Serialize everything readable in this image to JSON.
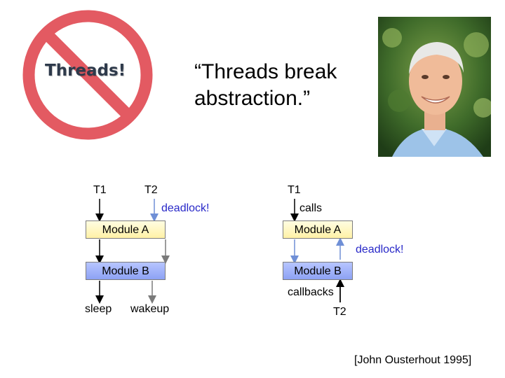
{
  "slide": {
    "no_threads_label": "Threads!",
    "quote": "“Threads break abstraction.”",
    "citation": "[John Ousterhout 1995]"
  },
  "left_diagram": {
    "t1_label": "T1",
    "t2_label": "T2",
    "deadlock_label": "deadlock!",
    "module_a_label": "Module A",
    "module_b_label": "Module B",
    "sleep_label": "sleep",
    "wakeup_label": "wakeup"
  },
  "right_diagram": {
    "t1_label": "T1",
    "calls_label": "calls",
    "module_a_label": "Module A",
    "deadlock_label": "deadlock!",
    "module_b_label": "Module B",
    "callbacks_label": "callbacks",
    "t2_label": "T2"
  },
  "colors": {
    "no_sign_red": "#e35a62",
    "deadlock_text": "#2828c8",
    "module_a_fill": "#fff4b8",
    "module_b_fill": "#9cb0f8"
  }
}
